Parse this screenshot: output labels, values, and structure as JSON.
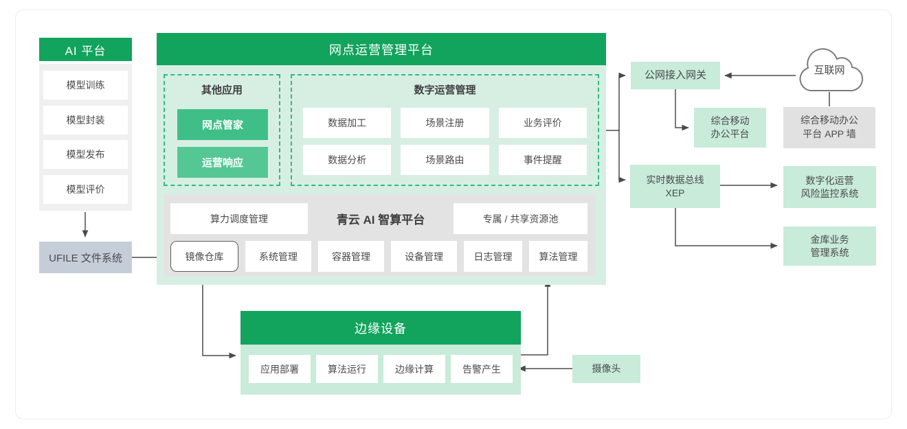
{
  "colors": {
    "accent_green": "#12a35d",
    "pale_green_body": "#d7efe2",
    "pale_green_box": "#c8ebda",
    "chip_green_1": "#3fbf87",
    "chip_green_2": "#54c795",
    "dashed_border": "#2fb984",
    "gray_platform": "#e3e3e3",
    "ufile_gray_blue": "#c5cdd8",
    "line_color": "#4a4a4a"
  },
  "ai_platform": {
    "title": "AI 平台",
    "items": [
      "模型训练",
      "模型封装",
      "模型发布",
      "模型评价"
    ],
    "storage": "UFILE 文件系统"
  },
  "main_platform": {
    "title": "网点运营管理平台",
    "other_apps": {
      "title": "其他应用",
      "items": [
        "网点管家",
        "运营响应"
      ]
    },
    "digital_ops": {
      "title": "数字运营管理",
      "items": [
        "数据加工",
        "场景注册",
        "业务评价",
        "数据分析",
        "场景路由",
        "事件提醒"
      ]
    },
    "ai_compute": {
      "title": "青云 AI 智算平台",
      "left_box": "算力调度管理",
      "right_box": "专属 / 共享资源池",
      "modules": [
        "镜像仓库",
        "系统管理",
        "容器管理",
        "设备管理",
        "日志管理",
        "算法管理"
      ]
    }
  },
  "edge_device": {
    "title": "边缘设备",
    "items": [
      "应用部署",
      "算法运行",
      "边缘计算",
      "告警产生"
    ]
  },
  "external": {
    "gateway": "公网接入网关",
    "internet": "互联网",
    "mobile_office": "综合移动\n办公平台",
    "app_wall": "综合移动办公\n平台 APP 墙",
    "data_bus": "实时数据总线\nXEP",
    "risk_monitor": "数字化运营\n风险监控系统",
    "vault_system": "金库业务\n管理系统",
    "camera": "摄像头"
  }
}
